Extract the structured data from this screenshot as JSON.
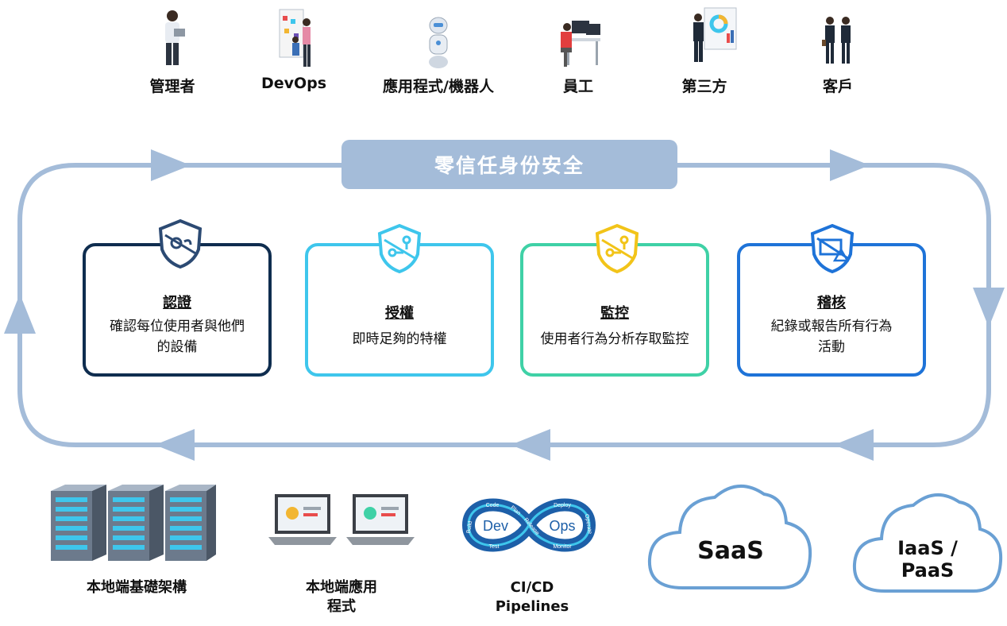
{
  "actors": [
    {
      "label": "管理者",
      "icon": "administrator-person-icon"
    },
    {
      "label": "DevOps",
      "icon": "devops-team-board-icon"
    },
    {
      "label": "應用程式/機器人",
      "icon": "robot-icon"
    },
    {
      "label": "員工",
      "icon": "employee-desk-icon"
    },
    {
      "label": "第三方",
      "icon": "third-party-presenter-icon"
    },
    {
      "label": "客戶",
      "icon": "customers-people-icon"
    }
  ],
  "title": "零信任身份安全",
  "pillars": [
    {
      "title": "認證",
      "desc_1": "確認每位使用者與他們",
      "desc_2": "的設備",
      "color": "#0f2d4f",
      "icon": "authentication-shield-icon"
    },
    {
      "title": "授權",
      "desc_1": "即時足夠的特權",
      "desc_2": "",
      "color": "#3ec6ec",
      "icon": "authorization-shield-icon"
    },
    {
      "title": "監控",
      "desc_1": "使用者行為分析存取監控",
      "desc_2": "",
      "color": "#3fd1a6",
      "icon": "monitoring-shield-icon"
    },
    {
      "title": "稽核",
      "desc_1": "紀錄或報告所有行為",
      "desc_2": "活動",
      "color": "#1e73d8",
      "icon": "audit-shield-icon"
    }
  ],
  "resources": [
    {
      "label_1": "本地端基礎架構",
      "label_2": "",
      "icon": "server-rack-icon"
    },
    {
      "label_1": "本地端應用",
      "label_2": "程式",
      "icon": "laptop-icon"
    },
    {
      "label_1": "CI/CD",
      "label_2": "Pipelines",
      "icon": "devops-infinity-icon"
    }
  ],
  "devops_loop": {
    "dev": "Dev",
    "ops": "Ops",
    "stages": [
      "Code",
      "Plan",
      "Build",
      "Test",
      "Release",
      "Deploy",
      "Operate",
      "Monitor"
    ]
  },
  "clouds": [
    {
      "label_1": "SaaS",
      "label_2": ""
    },
    {
      "label_1": "IaaS /",
      "label_2": "PaaS"
    }
  ],
  "colors": {
    "loop": "#a4bcd9",
    "cloud_stroke": "#6aa0d4",
    "title_bar": "#a4bcd9"
  }
}
